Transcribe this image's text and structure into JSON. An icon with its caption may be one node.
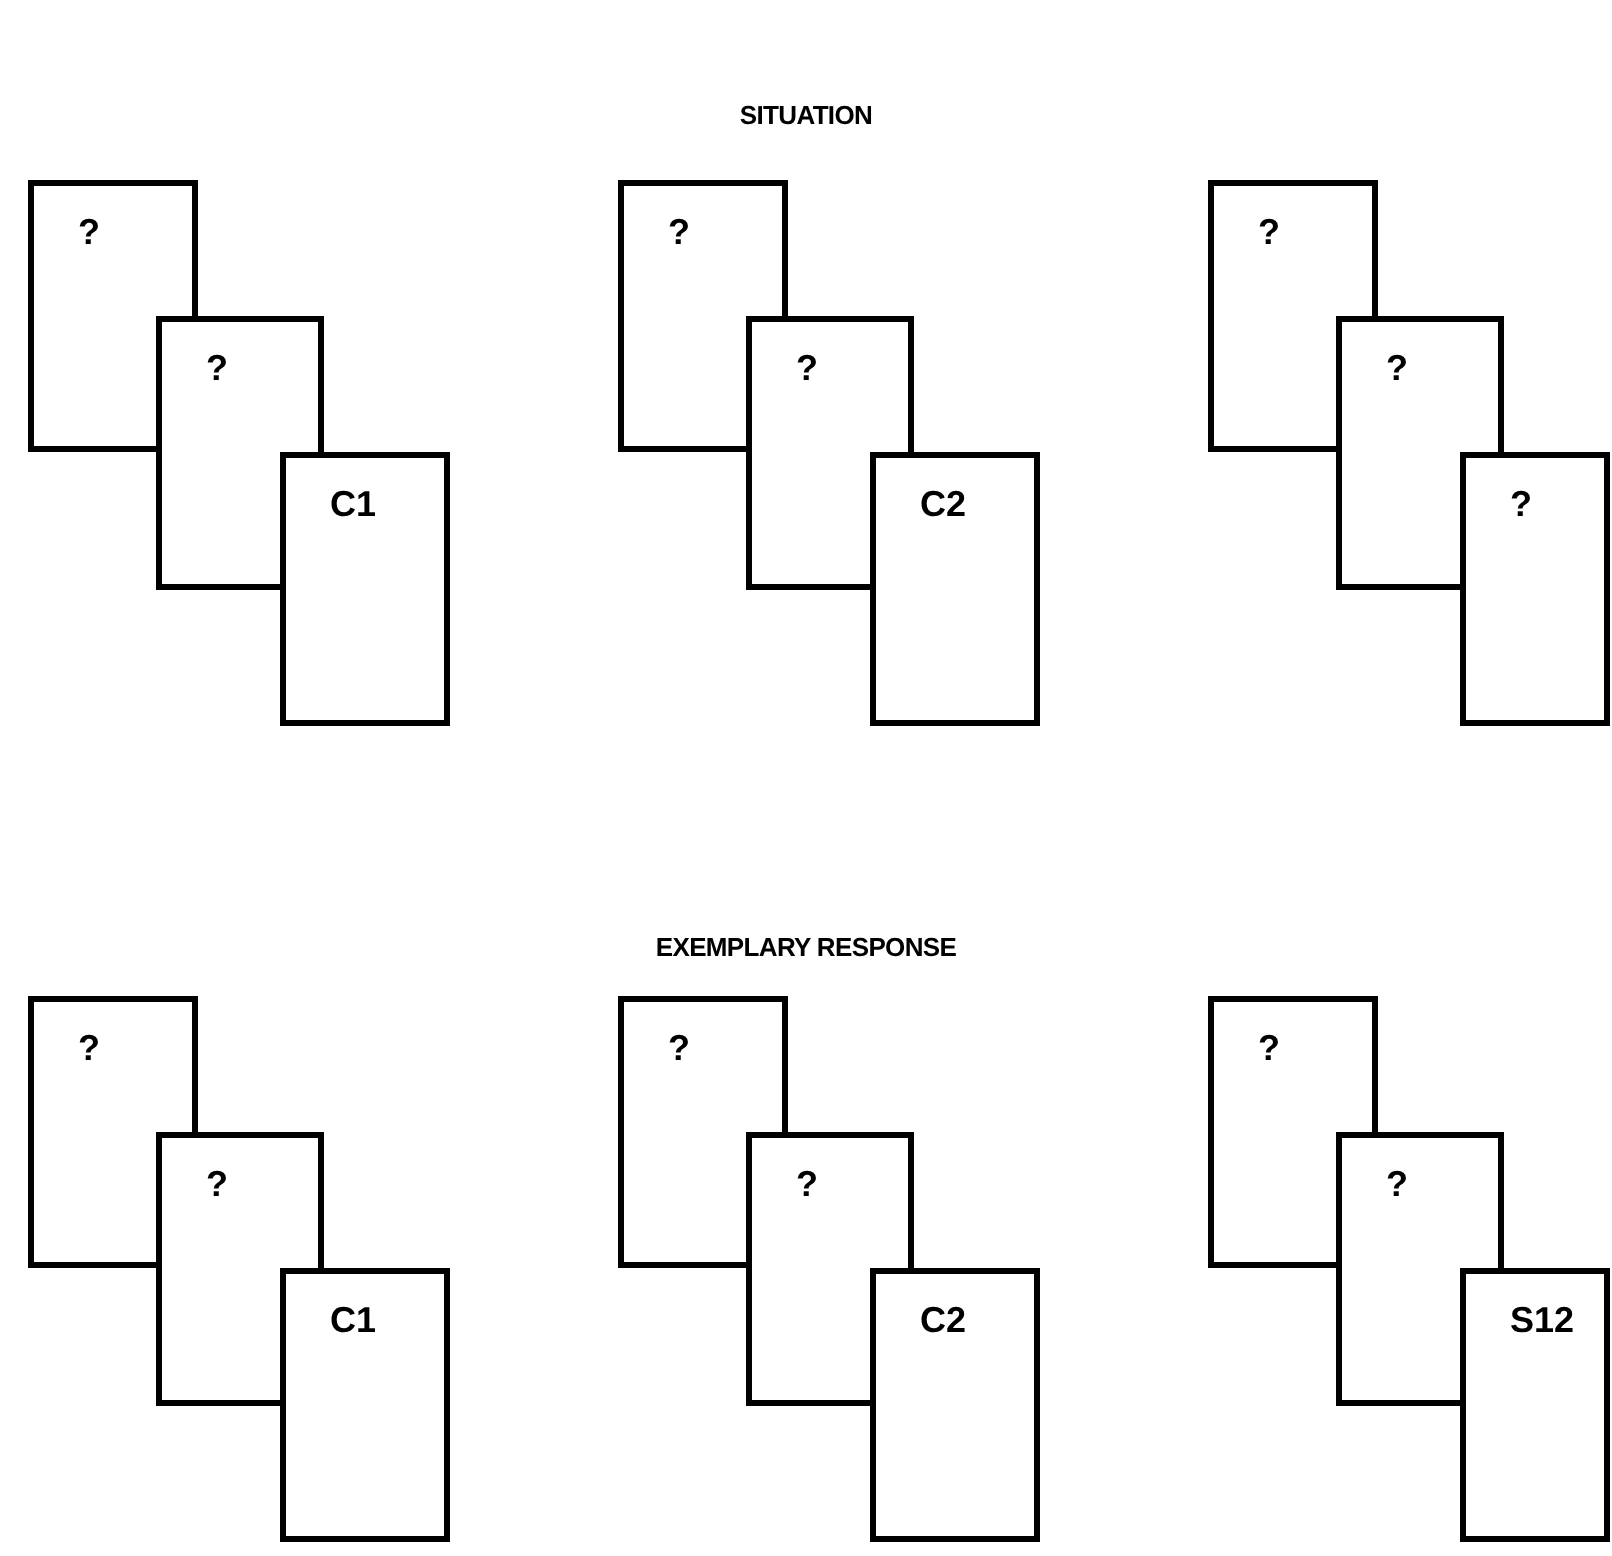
{
  "diagram": {
    "nodes": [
      {
        "text": [
          "?"
        ]
      },
      {
        "text": [
          "?"
        ]
      },
      {
        "text": [
          "C1"
        ]
      },
      {
        "text": [
          "?"
        ]
      },
      {
        "text": [
          "?"
        ]
      },
      {
        "text": [
          "C2"
        ]
      },
      {
        "text": [
          "?"
        ]
      },
      {
        "text": [
          "?"
        ]
      },
      {
        "text": [
          "?"
        ]
      },
      {
        "text": [
          "?"
        ]
      },
      {
        "text": [
          "?"
        ]
      },
      {
        "text": [
          "C1"
        ]
      },
      {
        "text": [
          "?"
        ]
      },
      {
        "text": [
          "?"
        ]
      },
      {
        "text": [
          "C2"
        ]
      },
      {
        "text": [
          "?"
        ]
      },
      {
        "text": [
          "?"
        ]
      },
      {
        "text": [
          "S12"
        ]
      }
    ],
    "labels": [
      "SITUATION",
      "EXEMPLARY RESPONSE"
    ]
  }
}
